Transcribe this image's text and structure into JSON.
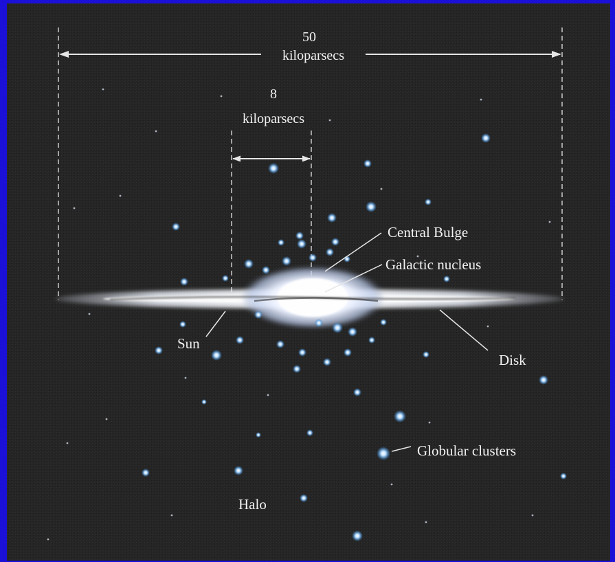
{
  "scale_large": {
    "value": "50",
    "unit": "kiloparsecs"
  },
  "scale_small": {
    "value": "8",
    "unit": "kiloparsecs"
  },
  "labels": {
    "central_bulge": "Central Bulge",
    "galactic_nucleus": "Galactic nucleus",
    "sun": "Sun",
    "disk": "Disk",
    "globular_clusters": "Globular clusters",
    "halo": "Halo"
  },
  "colors": {
    "border": "#1a10d8",
    "background": "#262626",
    "cluster": "#8fc8ff",
    "text": "#f2f2f2"
  }
}
